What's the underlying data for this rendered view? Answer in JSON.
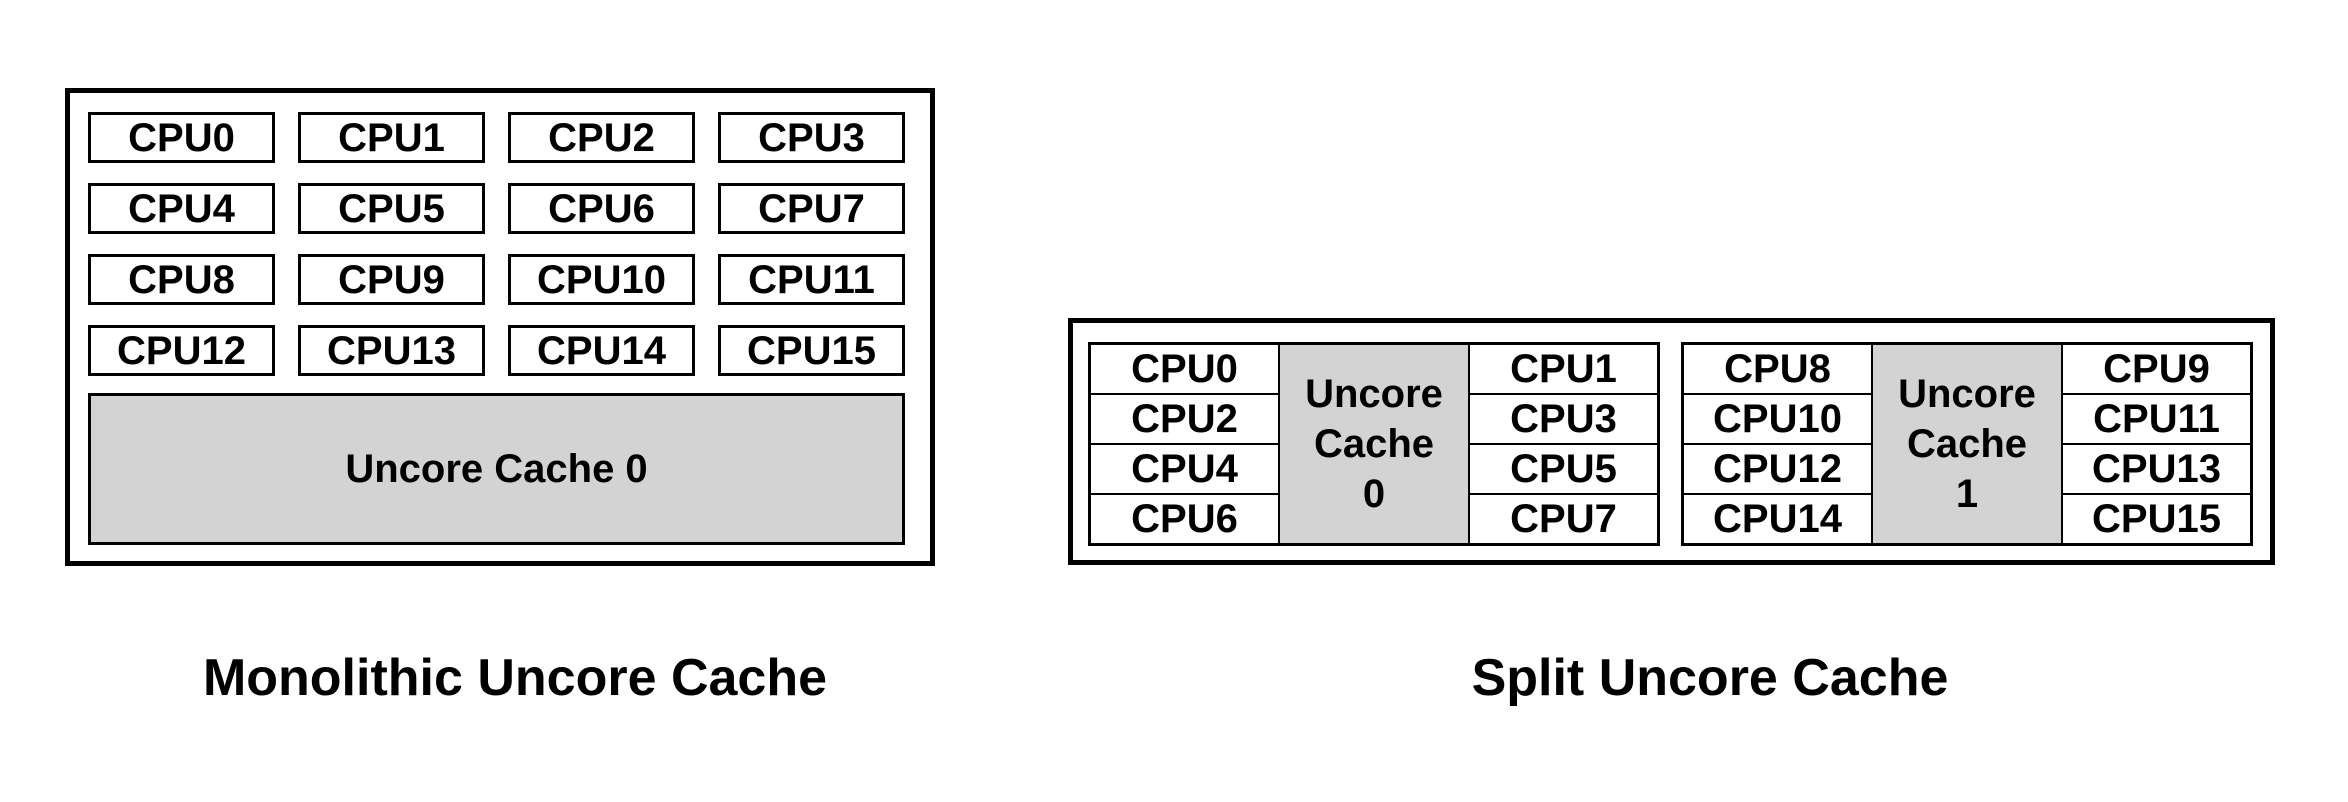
{
  "figure": {
    "monolithic": {
      "caption": "Monolithic Uncore Cache",
      "cpus": [
        "CPU0",
        "CPU1",
        "CPU2",
        "CPU3",
        "CPU4",
        "CPU5",
        "CPU6",
        "CPU7",
        "CPU8",
        "CPU9",
        "CPU10",
        "CPU11",
        "CPU12",
        "CPU13",
        "CPU14",
        "CPU15"
      ],
      "cache_label": "Uncore Cache 0"
    },
    "split": {
      "caption": "Split Uncore Cache",
      "groups": [
        {
          "left_cpus": [
            "CPU0",
            "CPU2",
            "CPU4",
            "CPU6"
          ],
          "cache_lines": [
            "Uncore",
            "Cache",
            "0"
          ],
          "right_cpus": [
            "CPU1",
            "CPU3",
            "CPU5",
            "CPU7"
          ]
        },
        {
          "left_cpus": [
            "CPU8",
            "CPU10",
            "CPU12",
            "CPU14"
          ],
          "cache_lines": [
            "Uncore",
            "Cache",
            "1"
          ],
          "right_cpus": [
            "CPU9",
            "CPU11",
            "CPU13",
            "CPU15"
          ]
        }
      ]
    },
    "colors": {
      "cache_fill": "#d3d3d3",
      "border": "#000000",
      "background": "#ffffff",
      "text": "#000000"
    }
  }
}
